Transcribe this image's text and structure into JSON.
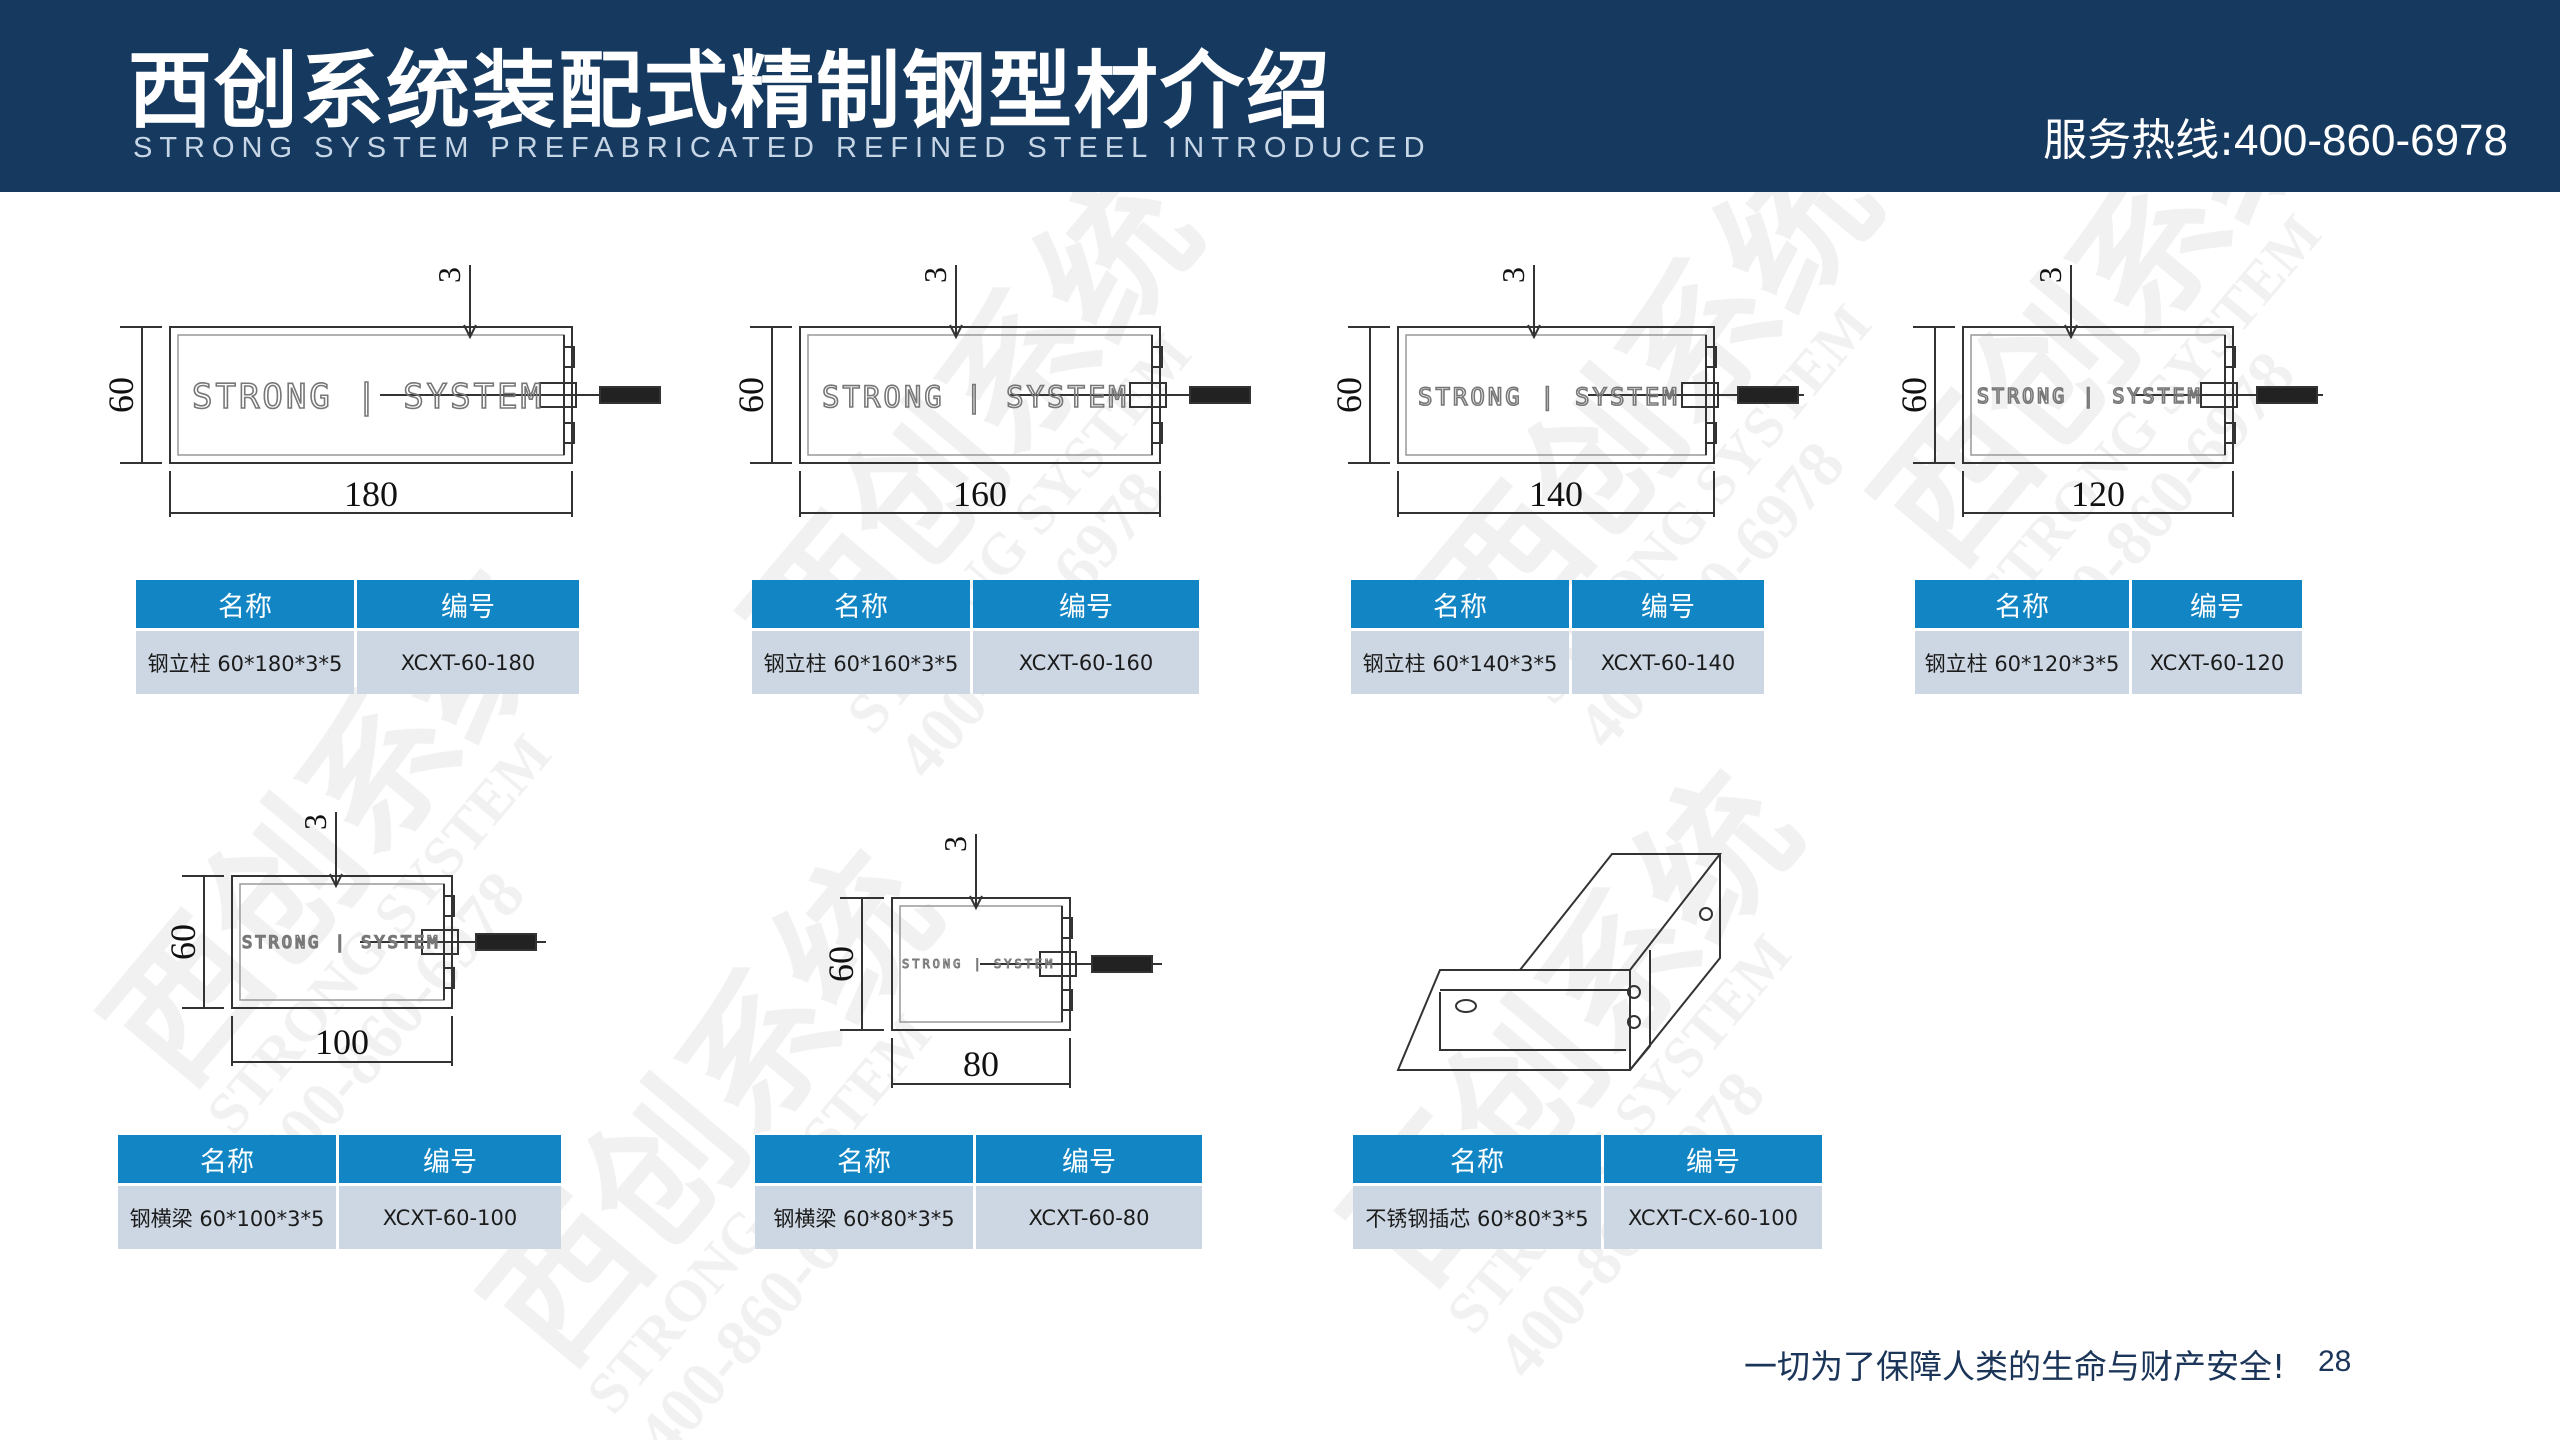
{
  "header": {
    "title": "西创系统装配式精制钢型材介绍",
    "subtitle": "STRONG SYSTEM PREFABRICATED REFINED STEEL INTRODUCED",
    "hotline_label": "服务热线:",
    "hotline_number": "400-860-6978"
  },
  "watermark": {
    "brand_cn": "西创系统",
    "brand_en": "STRONG SYSTEM",
    "phone": "400-860-6978"
  },
  "logo_text": "STRONG | SYSTEM",
  "table_headers": {
    "name": "名称",
    "code": "编号"
  },
  "products": [
    {
      "height": "60",
      "thickness": "3",
      "width": "180",
      "name": "钢立柱 60*180*3*5",
      "code": "XCXT-60-180"
    },
    {
      "height": "60",
      "thickness": "3",
      "width": "160",
      "name": "钢立柱 60*160*3*5",
      "code": "XCXT-60-160"
    },
    {
      "height": "60",
      "thickness": "3",
      "width": "140",
      "name": "钢立柱 60*140*3*5",
      "code": "XCXT-60-140"
    },
    {
      "height": "60",
      "thickness": "3",
      "width": "120",
      "name": "钢立柱 60*120*3*5",
      "code": "XCXT-60-120"
    },
    {
      "height": "60",
      "thickness": "3",
      "width": "100",
      "name": "钢横梁 60*100*3*5",
      "code": "XCXT-60-100"
    },
    {
      "height": "60",
      "thickness": "3",
      "width": "80",
      "name": "钢横梁 60*80*3*5",
      "code": "XCXT-60-80"
    },
    {
      "name": "不锈钢插芯 60*80*3*5",
      "code": "XCXT-CX-60-100"
    }
  ],
  "footer": {
    "slogan": "一切为了保障人类的生命与财产安全!",
    "page_number": "28"
  }
}
